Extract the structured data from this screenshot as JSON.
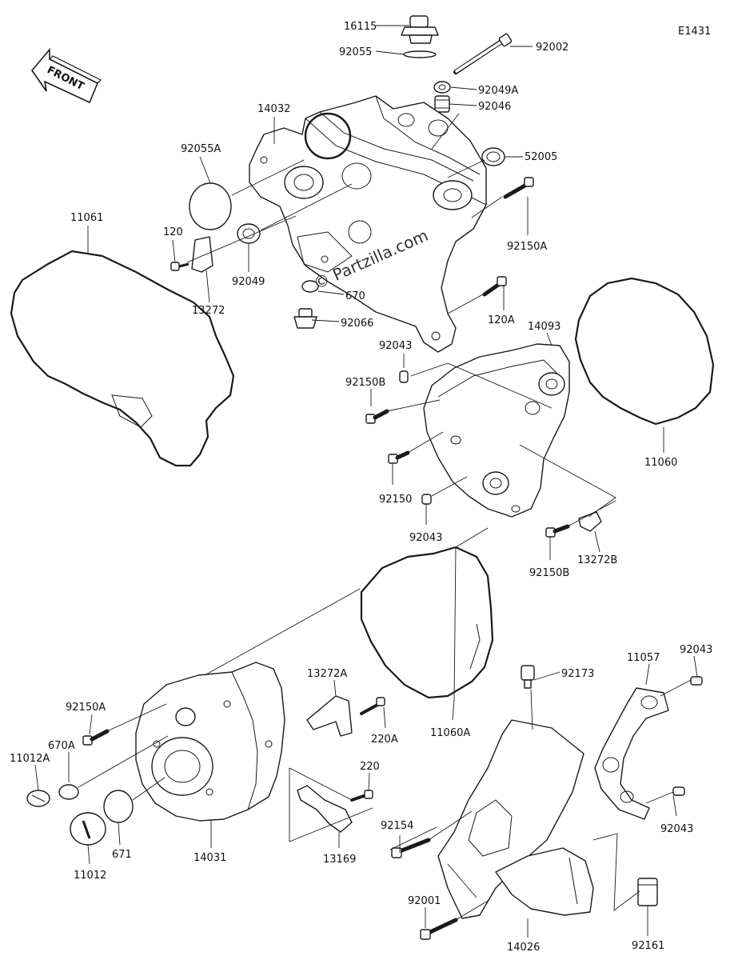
{
  "diagram_code": "E1431",
  "front_label": "FRONT",
  "watermark": "© Partzilla.com",
  "labels": {
    "p16115": "16115",
    "p92055": "92055",
    "p92002": "92002",
    "p92049A": "92049A",
    "p92046": "92046",
    "p14032": "14032",
    "p92055A": "92055A",
    "p52005": "52005",
    "p11061": "11061",
    "p120": "120",
    "p92150A_top": "92150A",
    "p92049": "92049",
    "p13272": "13272",
    "p670": "670",
    "p92066": "92066",
    "p120A": "120A",
    "p14093": "14093",
    "p92043_a": "92043",
    "p92150B_a": "92150B",
    "p11060": "11060",
    "p92150": "92150",
    "p92043_b": "92043",
    "p92150B_b": "92150B",
    "p13272B": "13272B",
    "p13272A": "13272A",
    "p92150A_mid": "92150A",
    "p670A": "670A",
    "p11012A": "11012A",
    "p220A": "220A",
    "p11060A": "11060A",
    "p92173": "92173",
    "p11057": "11057",
    "p92043_c": "92043",
    "p220": "220",
    "p92154": "92154",
    "p92043_d": "92043",
    "p671": "671",
    "p14031": "14031",
    "p13169": "13169",
    "p11012": "11012",
    "p92001": "92001",
    "p14026": "14026",
    "p92161": "92161"
  }
}
